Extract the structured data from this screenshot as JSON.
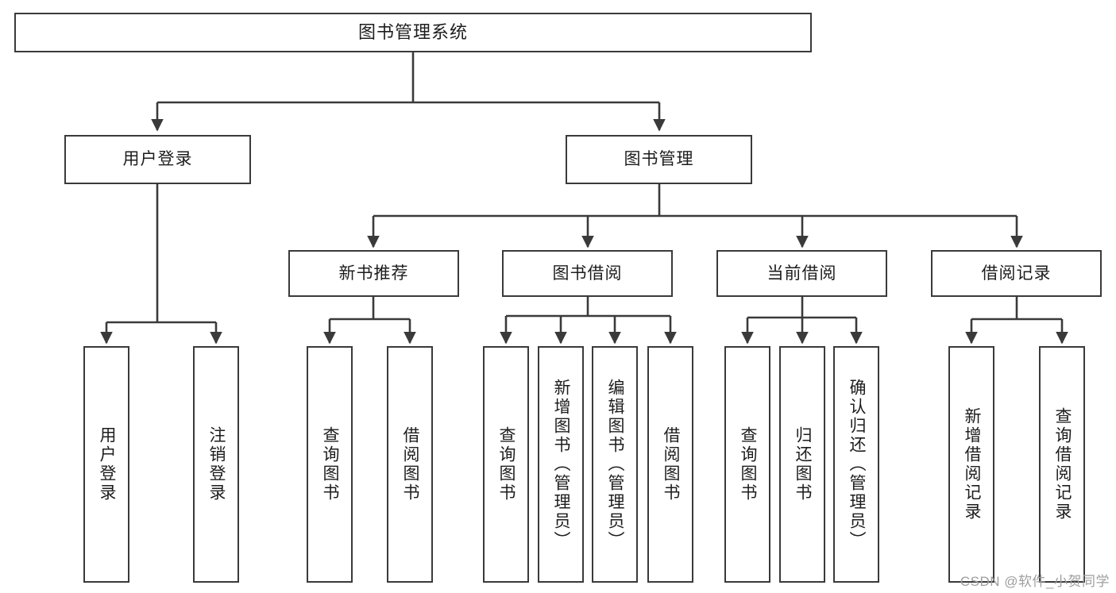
{
  "diagram": {
    "title": "图书管理系统",
    "type": "tree-hierarchy-diagram",
    "root": {
      "id": "root",
      "label": "图书管理系统"
    },
    "level2": [
      {
        "id": "user-login",
        "label": "用户登录"
      },
      {
        "id": "book-manage",
        "label": "图书管理"
      }
    ],
    "level3": [
      {
        "id": "new-book-recommend",
        "label": "新书推荐"
      },
      {
        "id": "book-borrow",
        "label": "图书借阅"
      },
      {
        "id": "current-borrow",
        "label": "当前借阅"
      },
      {
        "id": "borrow-record",
        "label": "借阅记录"
      }
    ],
    "leaves": {
      "user_login": [
        {
          "id": "leaf-user-login",
          "label": "用户登录"
        },
        {
          "id": "leaf-logout-login",
          "label": "注销登录"
        }
      ],
      "new_book_recommend": [
        {
          "id": "leaf-query-book-1",
          "label": "查询图书"
        },
        {
          "id": "leaf-borrow-book-1",
          "label": "借阅图书"
        }
      ],
      "book_borrow": [
        {
          "id": "leaf-query-book-2",
          "label": "查询图书"
        },
        {
          "id": "leaf-add-book",
          "label": "新增图书（管理员）"
        },
        {
          "id": "leaf-edit-book",
          "label": "编辑图书（管理员）"
        },
        {
          "id": "leaf-borrow-book-2",
          "label": "借阅图书"
        }
      ],
      "current_borrow": [
        {
          "id": "leaf-query-book-3",
          "label": "查询图书"
        },
        {
          "id": "leaf-return-book",
          "label": "归还图书"
        },
        {
          "id": "leaf-confirm-return",
          "label": "确认归还（管理员）"
        }
      ],
      "borrow_record": [
        {
          "id": "leaf-add-record",
          "label": "新增借阅记录"
        },
        {
          "id": "leaf-query-record",
          "label": "查询借阅记录"
        }
      ]
    }
  },
  "watermark": {
    "text": "CSDN @软件_小贺同学"
  },
  "colors": {
    "stroke": "#3a3a3a",
    "text": "#1d1d1d",
    "background": "#ffffff",
    "watermark": "#9e9e9e"
  }
}
